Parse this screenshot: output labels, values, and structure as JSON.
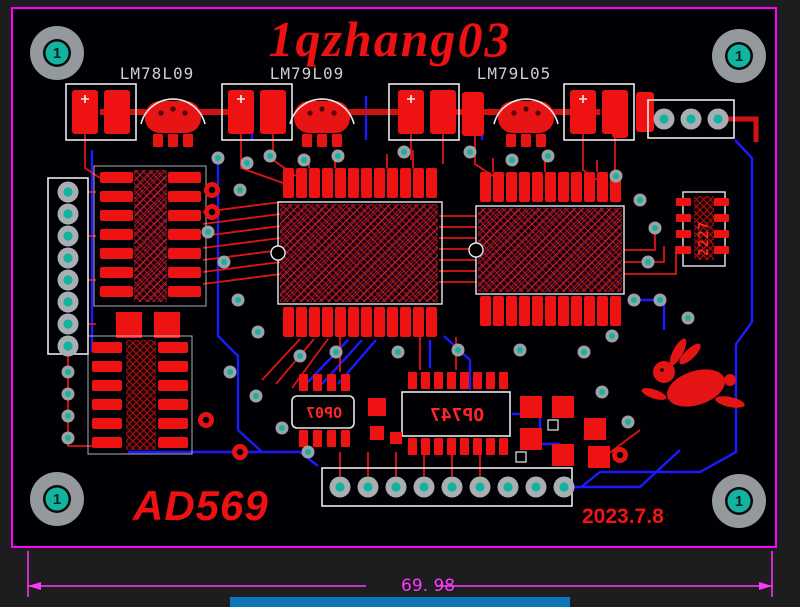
{
  "board": {
    "title": "1qzhang03",
    "part_number": "AD569",
    "date": "2023.7.8",
    "dimension_label": "69. 98",
    "mounting_hole_label": "1",
    "component_labels": {
      "reg1": "LM78L09",
      "reg2": "LM79L09",
      "reg3": "LM79L05"
    },
    "silkscreen_texts": {
      "op07": "OP07",
      "op747": "OP747",
      "ic_right": "2227"
    },
    "colors": {
      "top_layer": "#ee1212",
      "bottom_layer": "#1b1bff",
      "board_outline": "#ff00ff",
      "silkscreen": "#e9e9e9",
      "pad_hole": "#14b3a0",
      "title_red": "#ee1111",
      "background": "#1d1d1f"
    }
  }
}
